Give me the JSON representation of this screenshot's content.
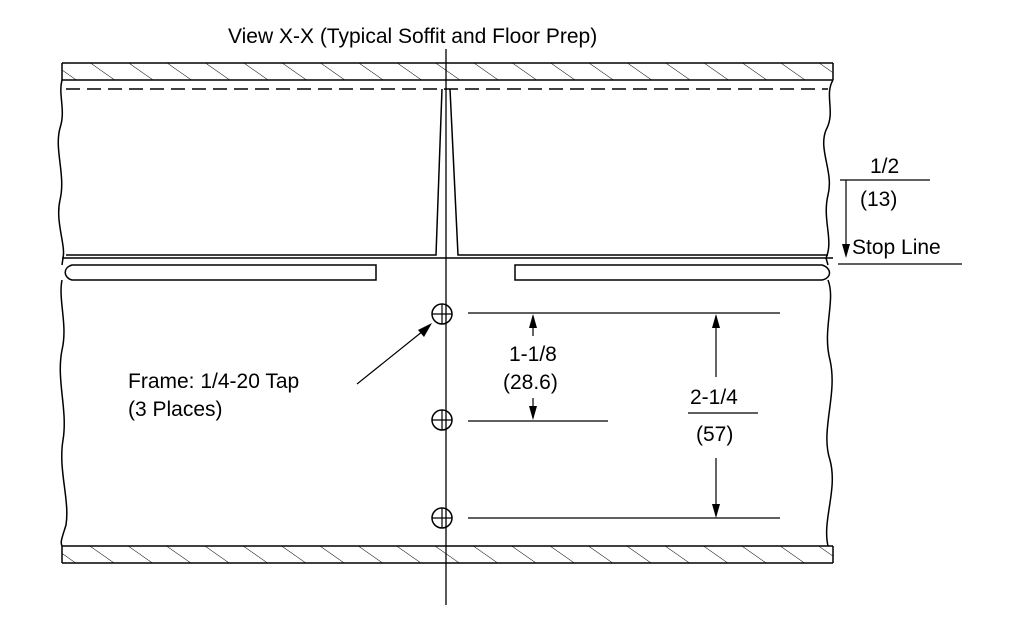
{
  "title": "View X-X (Typical Soffit and Floor Prep)",
  "labels": {
    "top_dim_fraction": "1/2",
    "top_dim_metric": "(13)",
    "stop_line": "Stop Line",
    "frame_callout_line1": "Frame: 1/4-20 Tap",
    "frame_callout_line2": "(3 Places)",
    "dim1_fraction": "1-1/8",
    "dim1_metric": "(28.6)",
    "dim2_fraction": "2-1/4",
    "dim2_metric": "(57)"
  },
  "colors": {
    "ink": "#000000",
    "background": "#ffffff"
  }
}
